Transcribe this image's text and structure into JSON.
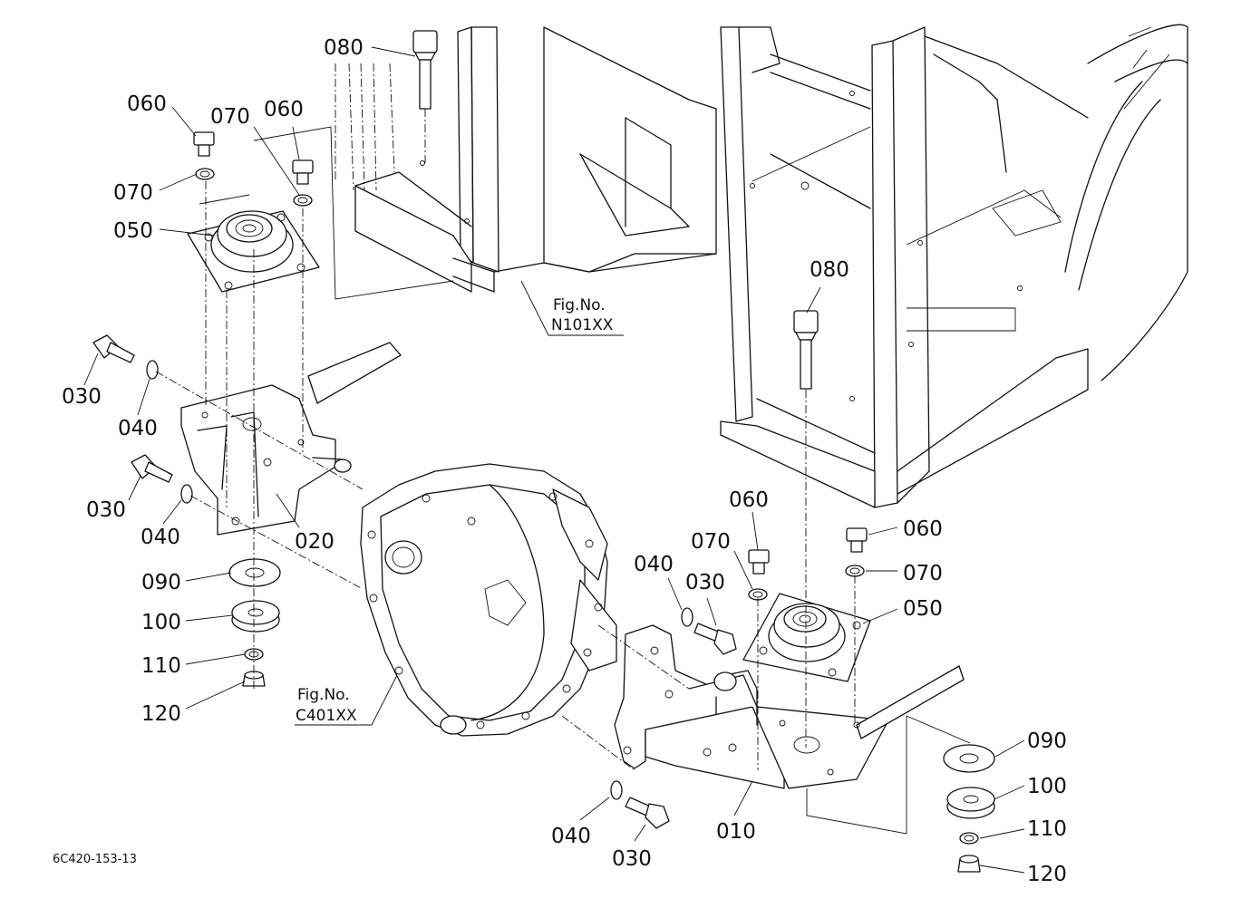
{
  "labels": {
    "p080_top": "080",
    "p060_left": "060",
    "p070_upper": "070",
    "p060_mid": "060",
    "p070_left": "070",
    "p050_left": "050",
    "p030_a": "030",
    "p040_a": "040",
    "p030_b": "030",
    "p040_b": "040",
    "p020": "020",
    "p090_left": "090",
    "p100_left": "100",
    "p110_left": "110",
    "p120_left": "120",
    "p080_right": "080",
    "p060_r1": "060",
    "p070_r1": "070",
    "p060_r2": "060",
    "p070_r2": "070",
    "p050_right": "050",
    "p040_c": "040",
    "p030_c": "030",
    "p090_right": "090",
    "p100_right": "100",
    "p110_right": "110",
    "p120_right": "120",
    "p010": "010",
    "p040_d": "040",
    "p030_d": "030"
  },
  "figrefs": {
    "n101_label": "Fig.No.",
    "n101_code": "N101XX",
    "c401_label": "Fig.No.",
    "c401_code": "C401XX"
  },
  "drawing_code": "6C420-153-13"
}
